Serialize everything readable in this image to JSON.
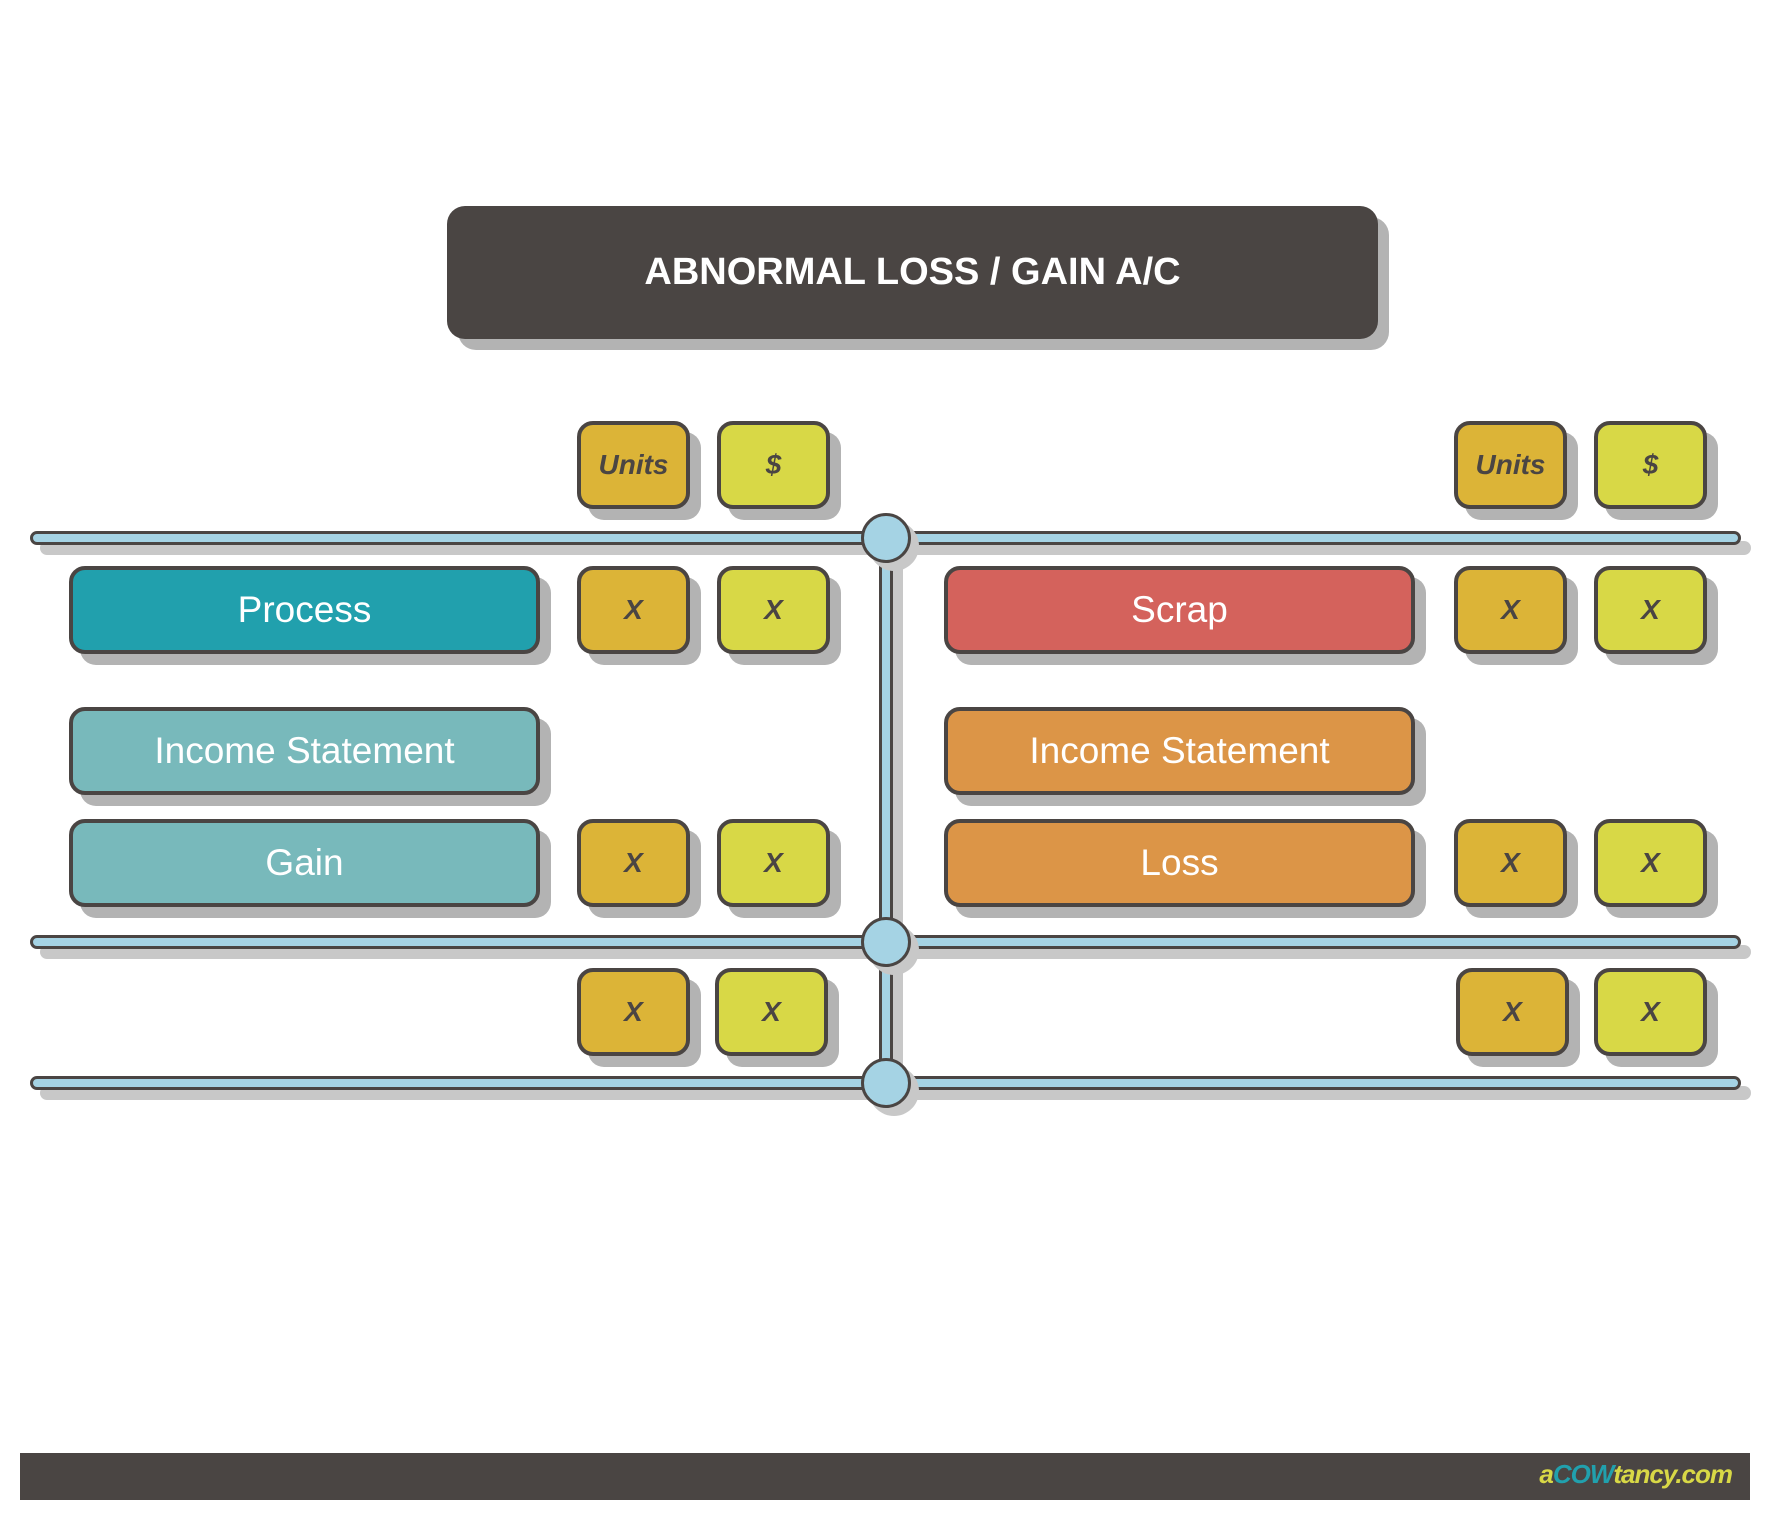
{
  "title": "ABNORMAL LOSS / GAIN A/C",
  "left": {
    "headers": {
      "units": "Units",
      "dollars": "$"
    },
    "rows": [
      {
        "label": "Process",
        "units": "X",
        "dollars": "X"
      },
      {
        "label": "Income Statement"
      },
      {
        "label": "Gain",
        "units": "X",
        "dollars": "X"
      }
    ],
    "total": {
      "units": "X",
      "dollars": "X"
    }
  },
  "right": {
    "headers": {
      "units": "Units",
      "dollars": "$"
    },
    "rows": [
      {
        "label": "Scrap",
        "units": "X",
        "dollars": "X"
      },
      {
        "label": "Income Statement"
      },
      {
        "label": "Loss",
        "units": "X",
        "dollars": "X"
      }
    ],
    "total": {
      "units": "X",
      "dollars": "X"
    }
  },
  "footer": {
    "logo_a": "a",
    "logo_cow": "COW",
    "logo_rest": "tancy.com"
  },
  "colors": {
    "dark": "#4a4543",
    "process": "#21a0ad",
    "teal_light": "#78b9bb",
    "scrap": "#d4625c",
    "orange": "#dc9547",
    "units": "#dcb437",
    "dollars": "#d8d846",
    "line": "#a5d3e4"
  }
}
